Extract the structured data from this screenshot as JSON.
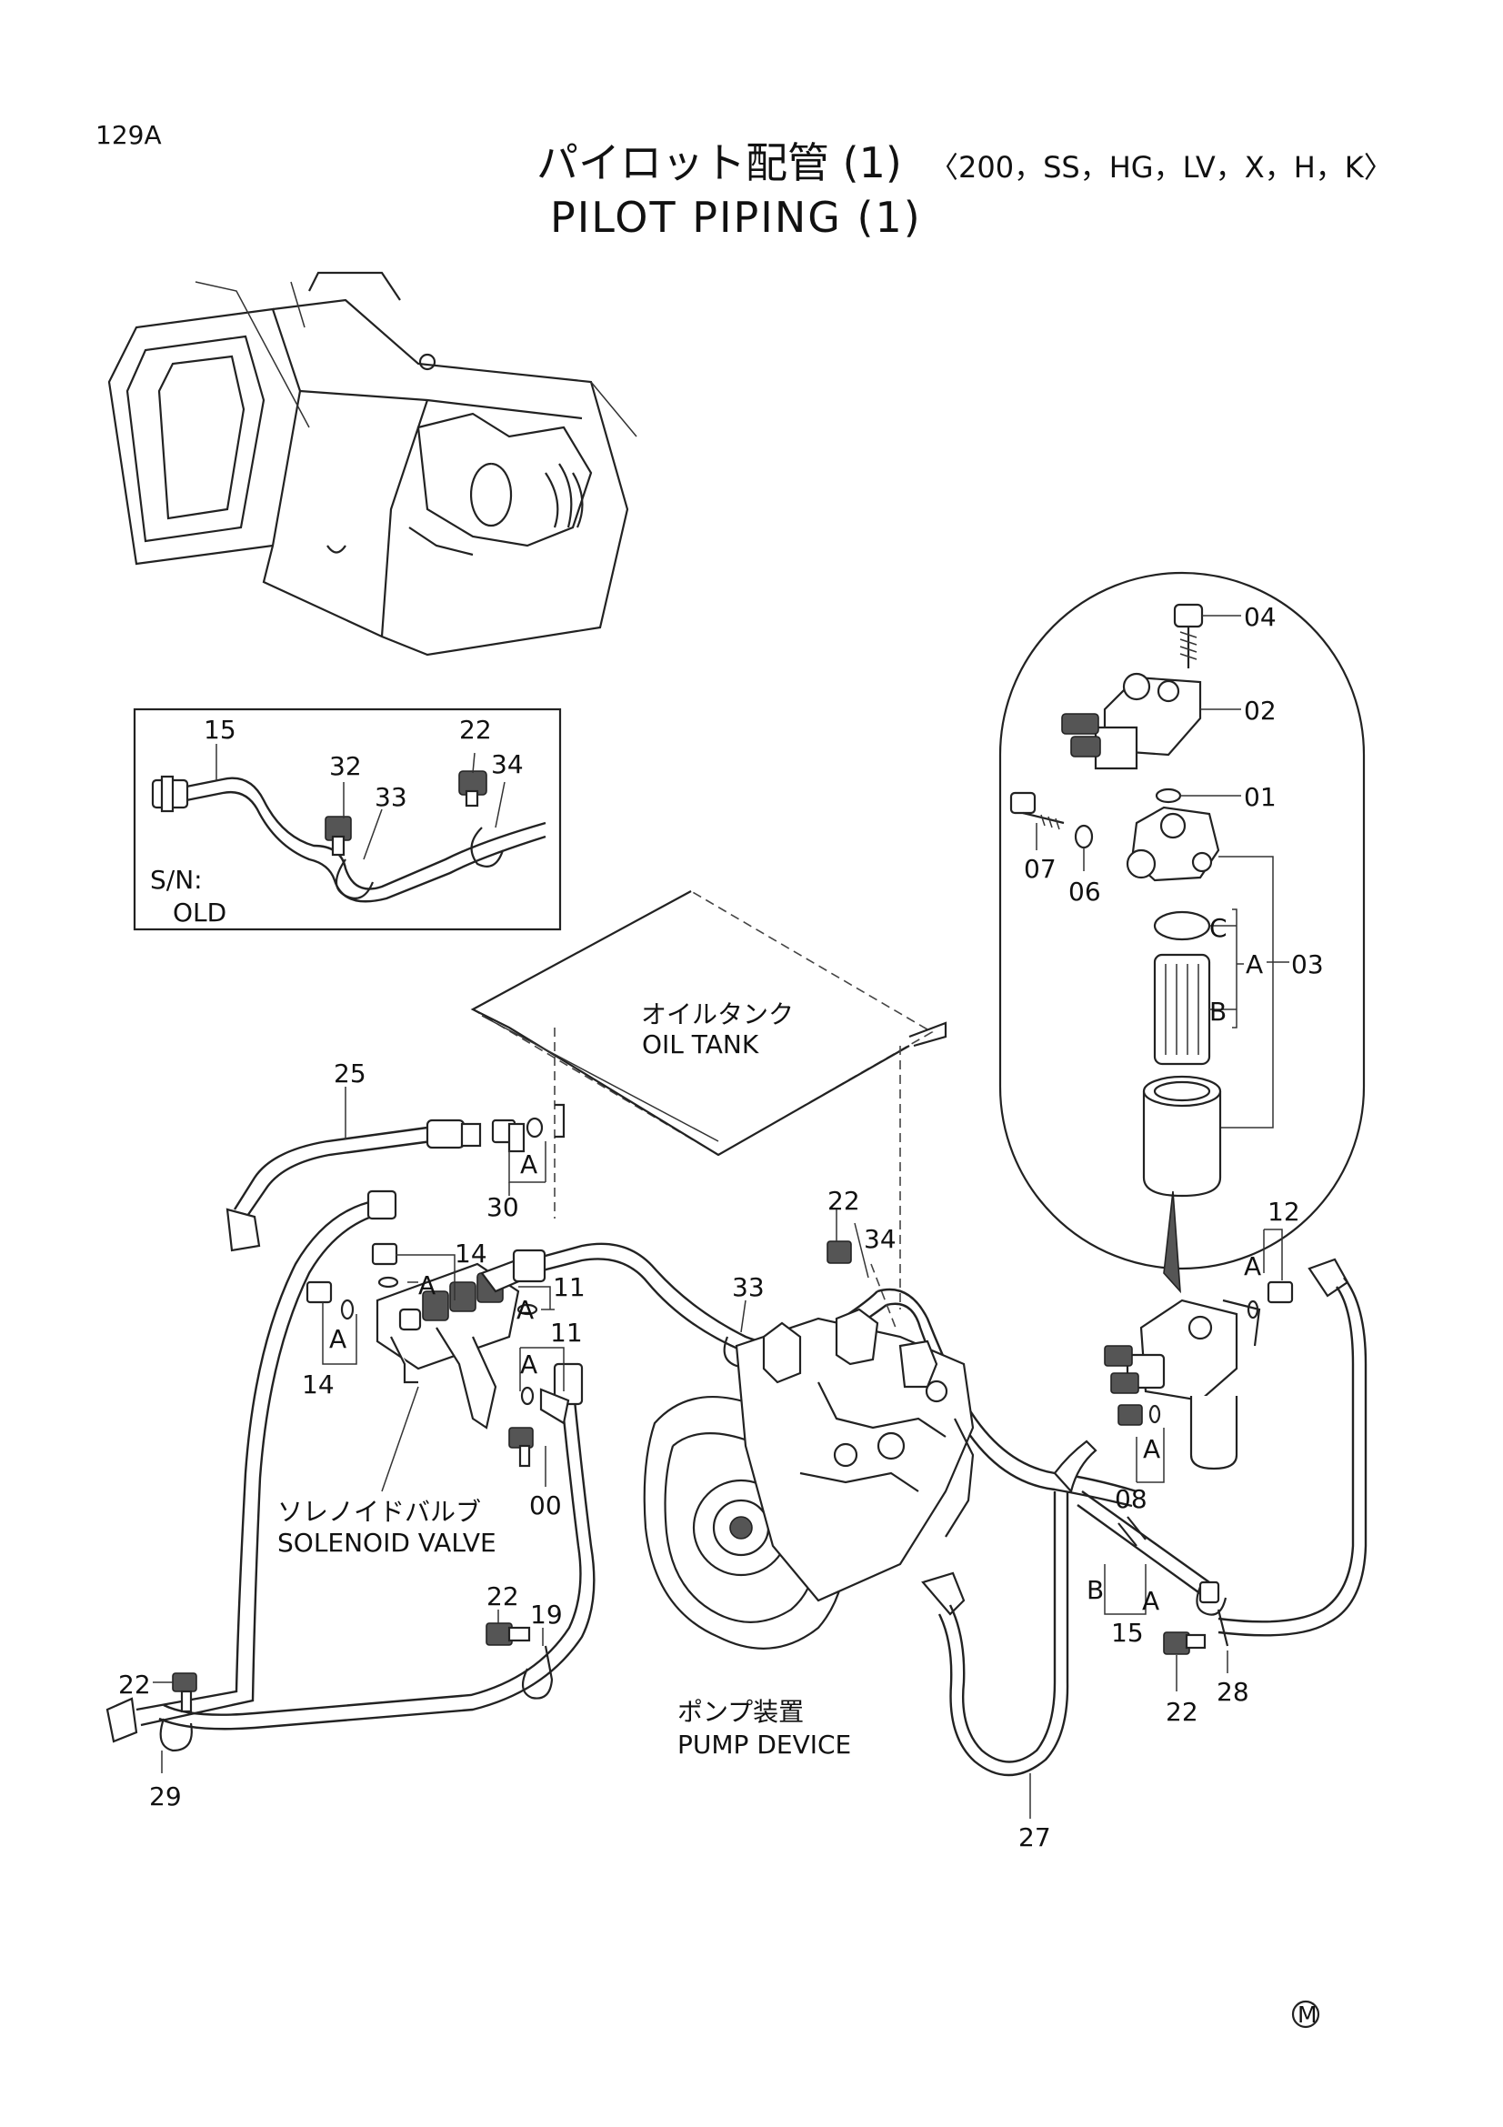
{
  "page": {
    "page_number": "129A",
    "title_jp": "パイロット配管 (1)",
    "title_variants": "〈200，SS，HG，LV，X，H，K〉",
    "title_en": "PILOT PIPING (1)",
    "mark": "M"
  },
  "inset": {
    "sn_label": "S/N:",
    "sn_value": "OLD",
    "callouts": [
      "15",
      "32",
      "33",
      "22",
      "34"
    ]
  },
  "components": {
    "oil_tank_jp": "オイルタンク",
    "oil_tank_en": "OIL TANK",
    "solenoid_jp": "ソレノイドバルブ",
    "solenoid_en": "SOLENOID VALVE",
    "pump_jp": "ポンプ装置",
    "pump_en": "PUMP DEVICE"
  },
  "filter_callouts": [
    "04",
    "02",
    "01",
    "07",
    "06",
    "C",
    "A",
    "03",
    "B"
  ],
  "main_callouts": {
    "c25": "25",
    "c30": "30",
    "c14a": "14",
    "c14b": "14",
    "c11a": "11",
    "c11b": "11",
    "c00": "00",
    "c22a": "22",
    "c34": "34",
    "c33": "33",
    "c12": "12",
    "c08": "08",
    "c15": "15",
    "c22b": "22",
    "c28": "28",
    "c22c": "22",
    "c19": "19",
    "c22d": "22",
    "c29": "29",
    "c27": "27"
  },
  "letters": {
    "a": "A",
    "b": "B"
  }
}
